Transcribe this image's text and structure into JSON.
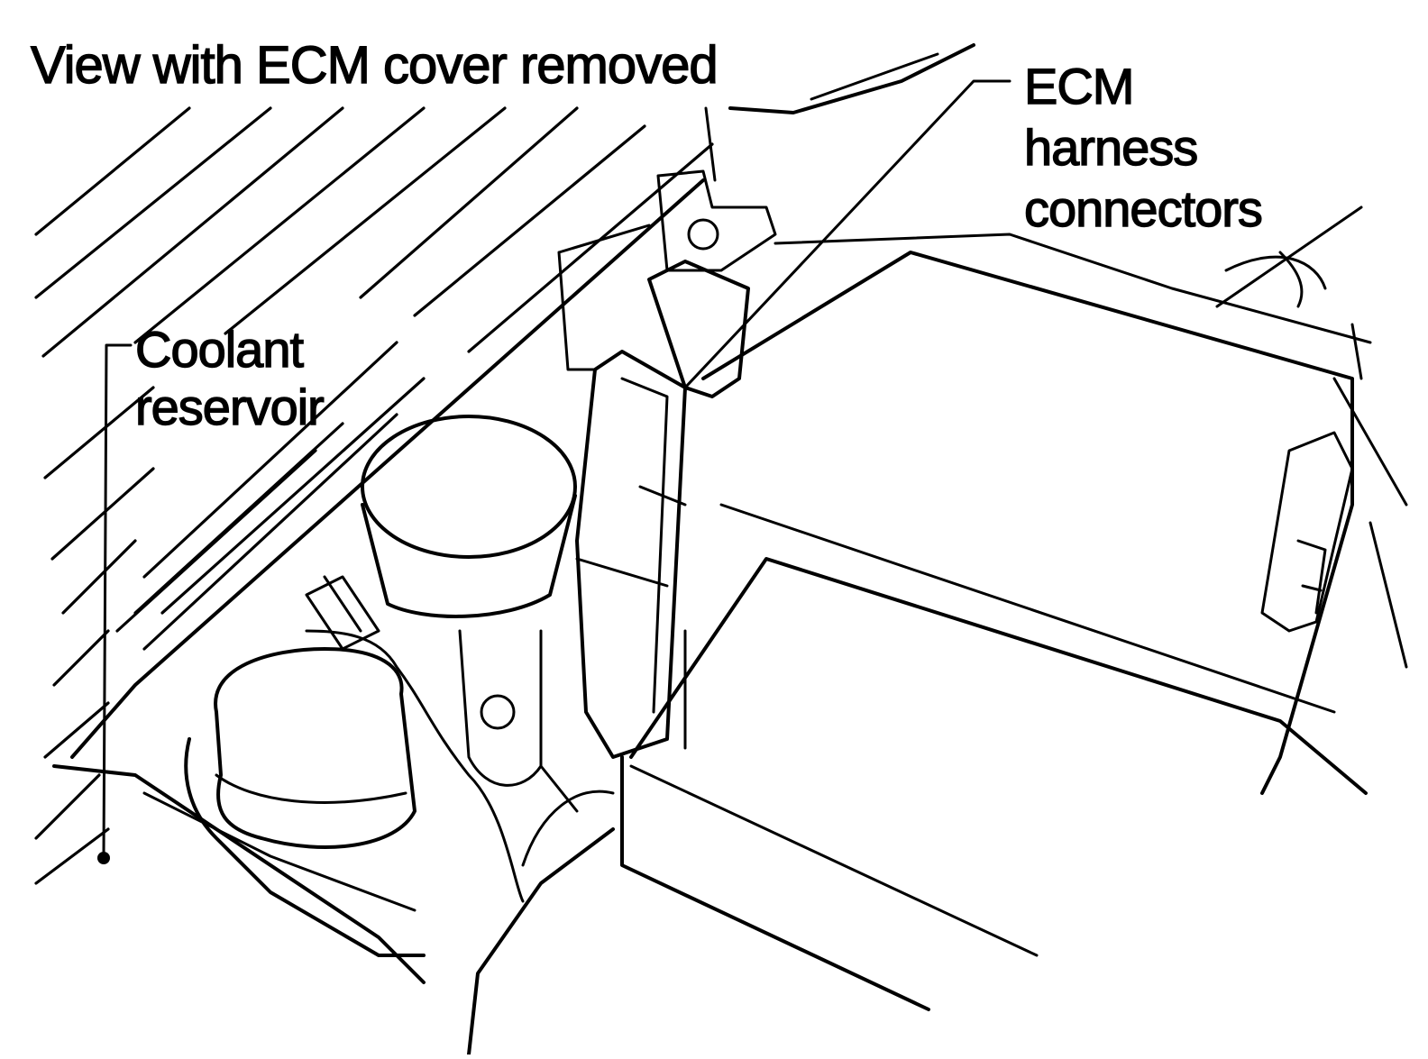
{
  "title": "View with ECM cover removed",
  "labels": {
    "ecm_line1": "ECM",
    "ecm_line2": "harness",
    "ecm_line3": "connectors",
    "coolant_line1": "Coolant",
    "coolant_line2": "reservoir"
  },
  "colors": {
    "ink": "#000000",
    "paper": "#ffffff"
  }
}
